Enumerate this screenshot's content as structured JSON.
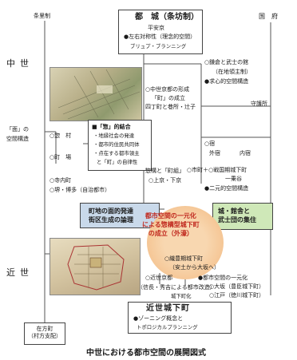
{
  "labels": {
    "jori": "条里制",
    "chusei": "中世",
    "kinsei": "近世",
    "kokufu": "国　府",
    "kyo_title": "都　城（条坊制）",
    "heiankyo": "平安京",
    "sayu": "●左右対称性（理念的空間）",
    "bureprint": "ブリュプ・ブランニング",
    "kamakura": "○鎌倉と武士の館",
    "zaichi": "（在地領主制）",
    "kyushin": "●求心的空間構造",
    "chusei_kyo": "○中世京都の形成",
    "machi_seiritsu": "「町」の成立",
    "shijo": "四丁町と巷所・辻子",
    "shugo": "守護所",
    "men_label": "「面」の",
    "kukan_kozo": "空間構造",
    "sonraku": "○惣　村",
    "machiba": "○町　場",
    "jiin": "○寺内町",
    "sakai": "○堺・博多（自治都市）",
    "point_title": "■「惣」的結合",
    "p1": "・地縁社会の発達",
    "p2": "・都市的住民共同体",
    "p3": "・点在する都市領主",
    "p4": "と「町」の自律性",
    "yado": "○宿",
    "gaikyo": "外宿",
    "naikyo": "内宿",
    "ichiba": "○市町＋○戦国期城下町",
    "ichijo": "一乗谷",
    "nigen": "●二元的空間構造",
    "sogamae": "惣構と「町組」",
    "kamigyo": "○上京・下京",
    "center_box": "町地の面的発達\n街区生成の論理",
    "castle_box": "城・館舎と\n武士団の集住",
    "highlight": "都市空間の一元化\nによる惣構型城下町\nの成立（外濠）",
    "shokuho": "○織豊期城下町",
    "azuchi": "（安土から大坂へ）",
    "kinsei_kyo": "○近世京都",
    "shincho": "（信長・秀吉による都市改造）",
    "ichigenka": "●都市空間の一元化",
    "osaka": "○大坂（豊臣城下町）",
    "edo": "○江戸（徳川城下町）",
    "machiyaka": "城下町化",
    "kinsei_jokamachi": "近世城下町",
    "zoning": "●ゾーニング概念と",
    "topological": "トポロジカルプランニング",
    "zaikata": "在方町\n（村方支配）",
    "caption": "中世における都市空間の展開図式"
  },
  "colors": {
    "blue_box": "#c9d9ea",
    "green_box": "#cfe8b8",
    "highlight_fill": "#f6c89a",
    "highlight_text": "#c0281e",
    "line": "#555555"
  }
}
